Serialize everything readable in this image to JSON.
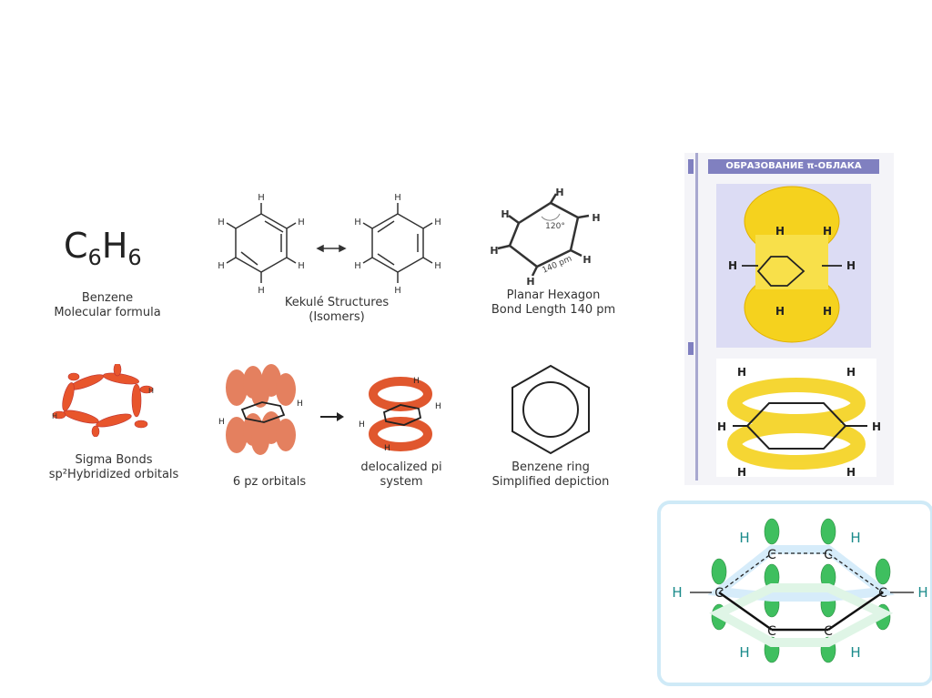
{
  "formula": {
    "c": "C",
    "c_sub": "6",
    "h": "H",
    "h_sub": "6"
  },
  "captions": {
    "benzene": [
      "Benzene",
      "Molecular formula"
    ],
    "kekule": [
      "Kekulé Structures",
      "(Isomers)"
    ],
    "planar": [
      "Planar Hexagon",
      "Bond Length 140 pm"
    ],
    "sigma": [
      "Sigma Bonds",
      "sp²Hybridized orbitals"
    ],
    "pz": [
      "6 pz orbitals"
    ],
    "deloc": [
      "delocalized pi",
      "system"
    ],
    "ring": [
      "Benzene ring",
      "Simplified depiction"
    ]
  },
  "labels": {
    "angle": "120°",
    "bond": "140 pm",
    "atom_c": "C",
    "atom_h": "H",
    "pi_title": "ОБРАЗОВАНИЕ π-ОБЛАКА"
  },
  "colors": {
    "orbital_red": "#e8552c",
    "cloud_yellow": "#f5d21e",
    "bar_blue": "#8080c0",
    "lobe_green": "#3fbf5f",
    "frame_blue": "#cfeaf7"
  }
}
